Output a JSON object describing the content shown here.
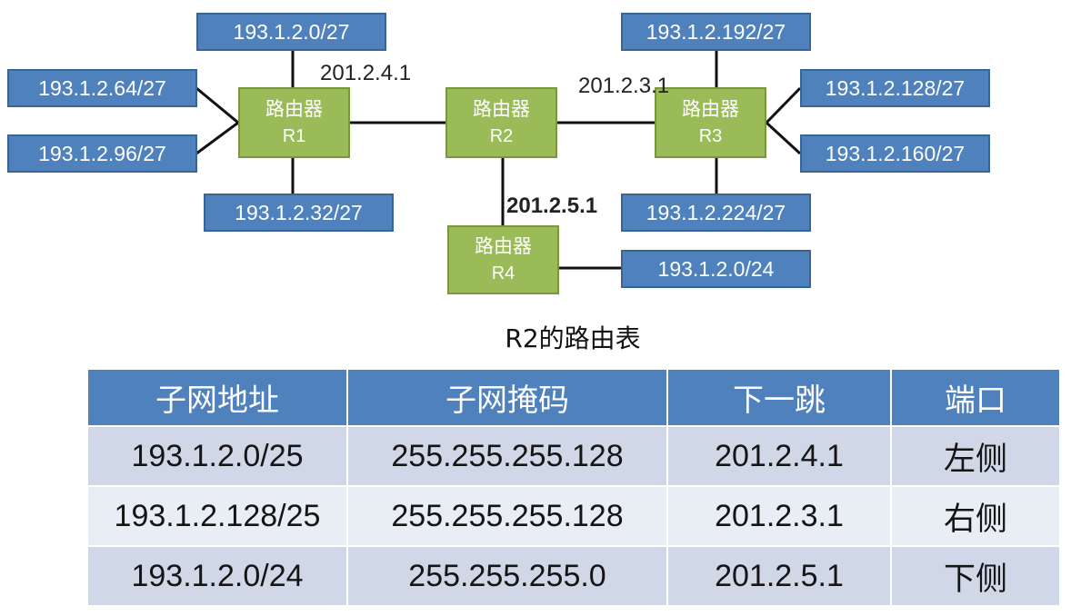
{
  "diagram": {
    "routers": [
      {
        "kind": "路由器",
        "name": "R1"
      },
      {
        "kind": "路由器",
        "name": "R2"
      },
      {
        "kind": "路由器",
        "name": "R3"
      },
      {
        "kind": "路由器",
        "name": "R4"
      }
    ],
    "networks": [
      "193.1.2.0/27",
      "193.1.2.64/27",
      "193.1.2.96/27",
      "193.1.2.32/27",
      "193.1.2.192/27",
      "193.1.2.128/27",
      "193.1.2.160/27",
      "193.1.2.224/27",
      "193.1.2.0/24"
    ],
    "interfaces": {
      "r1_r2_link": "201.2.4.1",
      "r2_r3_link": "201.2.3.1",
      "r2_r4_link": "201.2.5.1"
    }
  },
  "table": {
    "title": "R2的路由表",
    "headers": [
      "子网地址",
      "子网掩码",
      "下一跳",
      "端口"
    ],
    "rows": [
      [
        "193.1.2.0/25",
        "255.255.255.128",
        "201.2.4.1",
        "左侧"
      ],
      [
        "193.1.2.128/25",
        "255.255.255.128",
        "201.2.3.1",
        "右侧"
      ],
      [
        "193.1.2.0/24",
        "255.255.255.0",
        "201.2.5.1",
        "下侧"
      ]
    ]
  },
  "colors": {
    "network_box": "#4f81bd",
    "router_box": "#9bbb59",
    "link": "#111111",
    "header_bg": "#4f81bd",
    "row_dark": "#d0d8e8",
    "row_light": "#e9edf4"
  }
}
